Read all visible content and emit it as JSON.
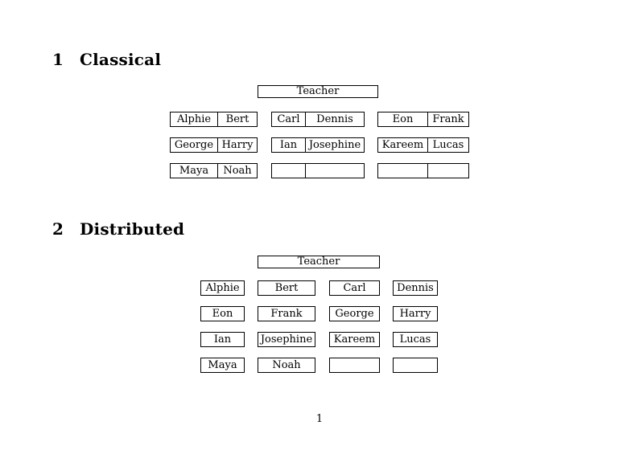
{
  "classical": {
    "heading_number": "1",
    "heading_title": "Classical",
    "teacher_label": "Teacher",
    "stacks": [
      {
        "rows": [
          [
            "Alphie",
            "Bert"
          ],
          [
            "George",
            "Harry"
          ],
          [
            "Maya",
            "Noah"
          ]
        ]
      },
      {
        "rows": [
          [
            "Carl",
            "Dennis"
          ],
          [
            "Ian",
            "Josephine"
          ],
          [
            "",
            ""
          ]
        ]
      },
      {
        "rows": [
          [
            "Eon",
            "Frank"
          ],
          [
            "Kareem",
            "Lucas"
          ],
          [
            "",
            ""
          ]
        ]
      }
    ]
  },
  "distributed": {
    "heading_number": "2",
    "heading_title": "Distributed",
    "teacher_label": "Teacher",
    "rows": [
      [
        "Alphie",
        "Bert",
        "Carl",
        "Dennis"
      ],
      [
        "Eon",
        "Frank",
        "George",
        "Harry"
      ],
      [
        "Ian",
        "Josephine",
        "Kareem",
        "Lucas"
      ],
      [
        "Maya",
        "Noah",
        "",
        ""
      ]
    ]
  },
  "footer": {
    "page_number": "1"
  },
  "colors": {
    "page_background": "#ffffff",
    "ink": "#000000"
  }
}
